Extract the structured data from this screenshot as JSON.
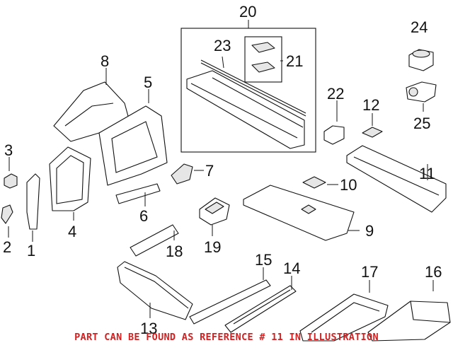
{
  "diagram": {
    "callouts": [
      "1",
      "2",
      "3",
      "4",
      "5",
      "6",
      "7",
      "8",
      "9",
      "10",
      "11",
      "12",
      "13",
      "14",
      "15",
      "16",
      "17",
      "18",
      "19",
      "20",
      "21",
      "22",
      "23",
      "24",
      "25"
    ],
    "footer_text": "PART CAN BE FOUND AS REFERENCE # 11 IN ILLUSTRATION",
    "footer_color": "#d42020"
  }
}
